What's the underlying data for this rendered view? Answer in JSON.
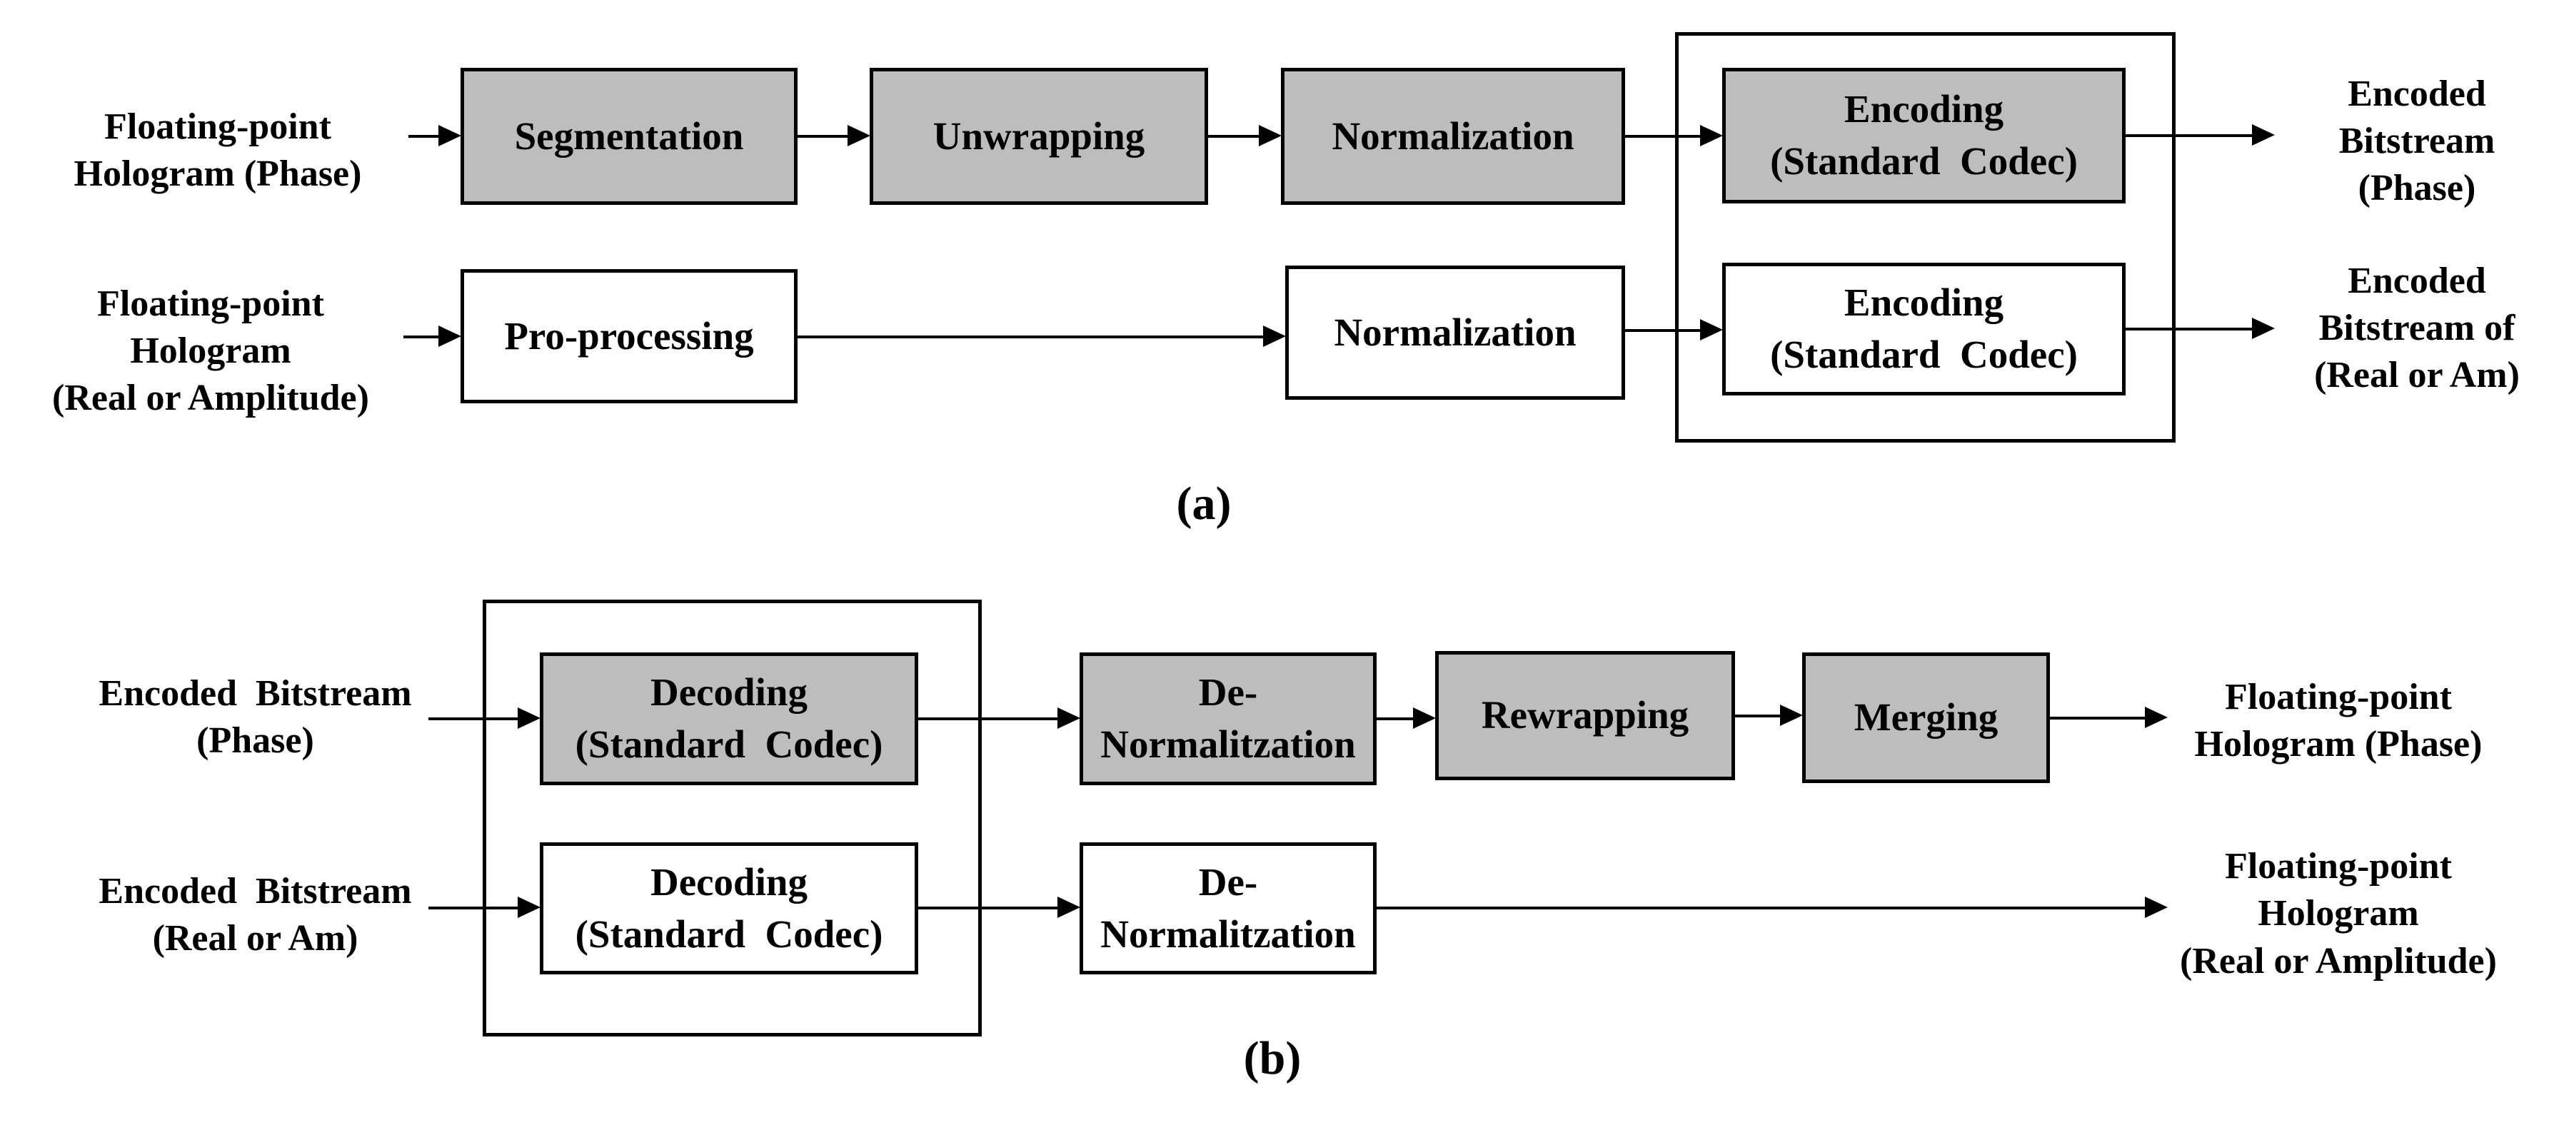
{
  "captions": {
    "a": "(a)",
    "b": "(b)"
  },
  "colors": {
    "processing_fill": "#bdbdbd",
    "io_fill": "#ffffff",
    "line": "#000000"
  },
  "encoder": {
    "phase": {
      "input_label": "Floating-point\nHologram (Phase)",
      "steps": [
        "Segmentation",
        "Unwrapping",
        "Normalization",
        "Encoding\n(Standard  Codec)"
      ],
      "output_label": "Encoded\nBitstream\n(Phase)"
    },
    "real": {
      "input_label": "Floating-point\nHologram\n(Real or Amplitude)",
      "steps": [
        "Pro-processing",
        "Normalization",
        "Encoding\n(Standard  Codec)"
      ],
      "output_label": "Encoded\nBitstream of\n(Real or Am)"
    }
  },
  "decoder": {
    "phase": {
      "input_label": "Encoded  Bitstream\n(Phase)",
      "steps": [
        "Decoding\n(Standard  Codec)",
        "De-\nNormalitzation",
        "Rewrapping",
        "Merging"
      ],
      "output_label": "Floating-point\nHologram (Phase)"
    },
    "real": {
      "input_label": "Encoded  Bitstream\n(Real or Am)",
      "steps": [
        "Decoding\n(Standard  Codec)",
        "De-\nNormalitzation"
      ],
      "output_label": "Floating-point\nHologram\n(Real or Amplitude)"
    }
  }
}
